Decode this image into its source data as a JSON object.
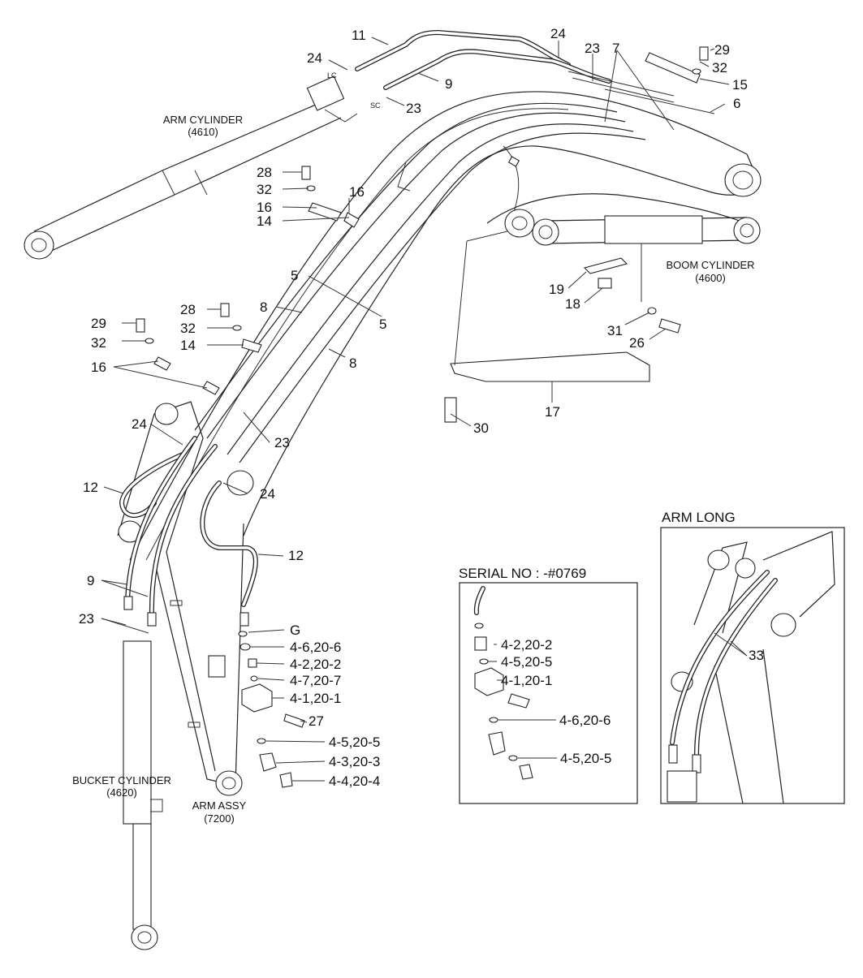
{
  "labels": {
    "p11": "11",
    "p24a": "24",
    "p9a": "9",
    "p23a": "23",
    "lc": "LC",
    "sc": "SC",
    "p24b": "24",
    "p23b": "23",
    "p7": "7",
    "p29a": "29",
    "p32a": "32",
    "p15": "15",
    "p6": "6",
    "p28a": "28",
    "p32b": "32",
    "p16a": "16",
    "p16b": "16",
    "p14a": "14",
    "p5a": "5",
    "p5b": "5",
    "p8a": "8",
    "p8b": "8",
    "p28b": "28",
    "p29b": "29",
    "p32c": "32",
    "p14b": "14",
    "p16c": "16",
    "p24c": "24",
    "p23c": "23",
    "p24d": "24",
    "p12a": "12",
    "p12b": "12",
    "p9b": "9",
    "p23d": "23",
    "p19": "19",
    "p18": "18",
    "p31": "31",
    "p26": "26",
    "p17": "17",
    "p30": "30",
    "g": "G",
    "f46": "4-6,20-6",
    "f42": "4-2,20-2",
    "f47": "4-7,20-7",
    "f41": "4-1,20-1",
    "p27": "27",
    "f45": "4-5,20-5",
    "f43": "4-3,20-3",
    "f44": "4-4,20-4",
    "s42": "4-2,20-2",
    "s45a": "4-5,20-5",
    "s41": "4-1,20-1",
    "s46": "4-6,20-6",
    "s45b": "4-5,20-5",
    "p33": "33"
  },
  "captions": {
    "arm_cyl": "ARM CYLINDER",
    "arm_cyl_no": "(4610)",
    "boom_cyl": "BOOM CYLINDER",
    "boom_cyl_no": "(4600)",
    "bucket_cyl": "BUCKET CYLINDER",
    "bucket_cyl_no": "(4620)",
    "arm_assy": "ARM ASSY",
    "arm_assy_no": "(7200)"
  },
  "insets": {
    "serial_title": "SERIAL NO : -#0769",
    "arm_long_title": "ARM LONG"
  }
}
